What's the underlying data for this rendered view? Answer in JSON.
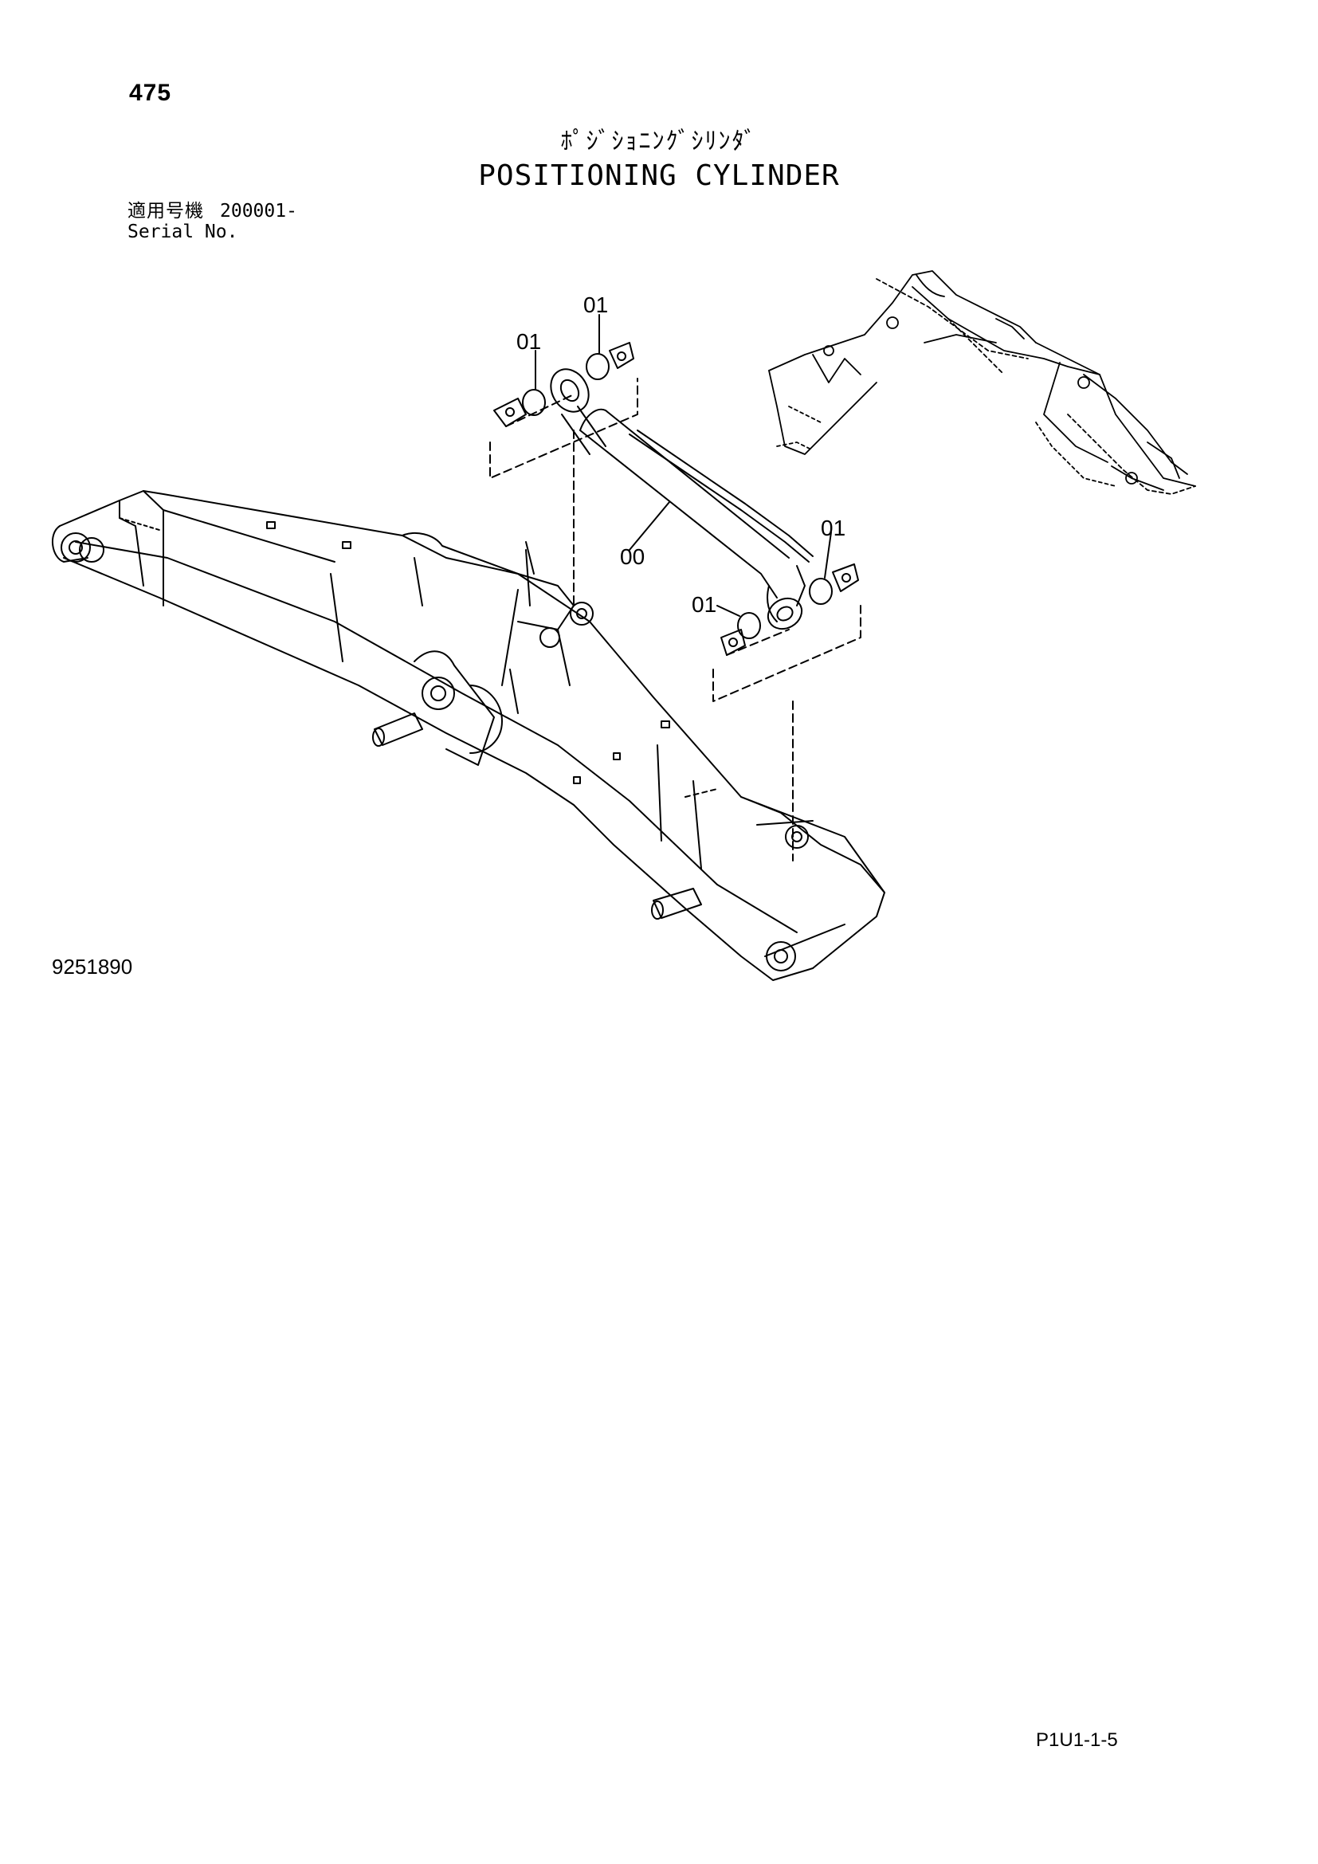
{
  "page": {
    "number": "475",
    "title_jp": "ﾎﾟｼﾞｼｮﾆﾝｸﾞｼﾘﾝﾀﾞ",
    "title_en": "POSITIONING CYLINDER",
    "serial_label_jp": "適用号機",
    "serial_value": "200001-",
    "serial_label_en": "Serial No.",
    "drawing_number": "9251890",
    "page_code": "P1U1-1-5"
  },
  "callouts": {
    "c1": "01",
    "c2": "01",
    "c3": "00",
    "c4": "01",
    "c5": "01"
  },
  "colors": {
    "ink": "#000000",
    "paper": "#ffffff"
  }
}
